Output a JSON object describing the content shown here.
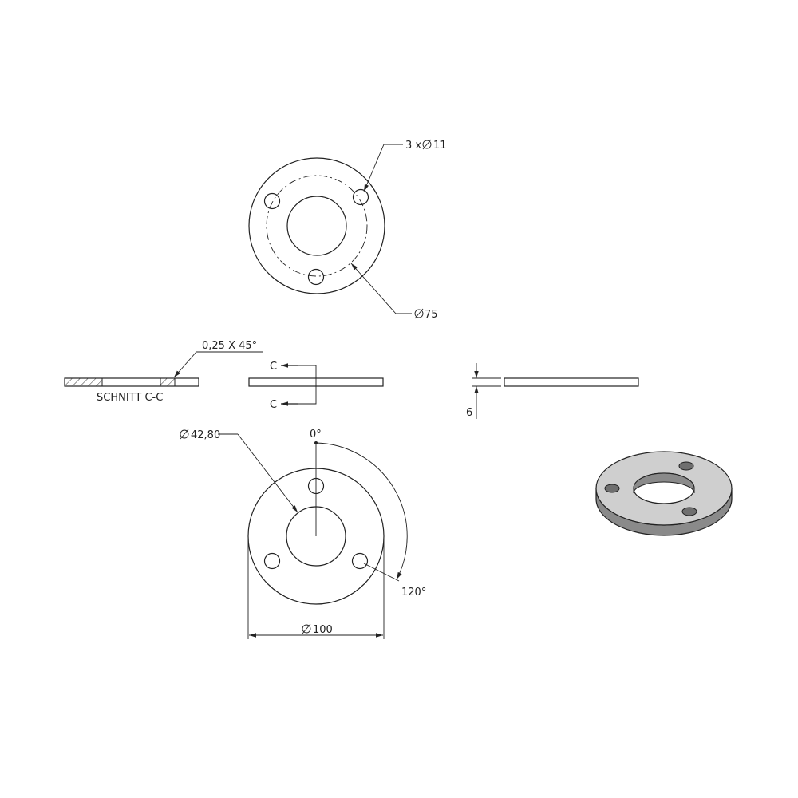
{
  "labels": {
    "holes_callout": "3 x",
    "holes_diameter": "11",
    "bolt_circle_diameter": "75",
    "chamfer": "0,25 X 45°",
    "section_title": "SCHNITT C-C",
    "section_mark_top": "C",
    "section_mark_bottom": "C",
    "thickness": "6",
    "inner_diameter": "42,80",
    "angle_start": "0°",
    "angle_step": "120°",
    "outer_diameter": "100"
  },
  "part": {
    "outer_diameter_mm": 100,
    "inner_diameter_mm": 42.8,
    "bolt_circle_mm": 75,
    "hole_count": 3,
    "hole_diameter_mm": 11,
    "thickness_mm": 6,
    "hole_spacing_deg": 120
  },
  "colors": {
    "line": "#222222",
    "iso_top": "#cfcfcf",
    "iso_side": "#8a8a8a",
    "hatch": "#222222"
  }
}
